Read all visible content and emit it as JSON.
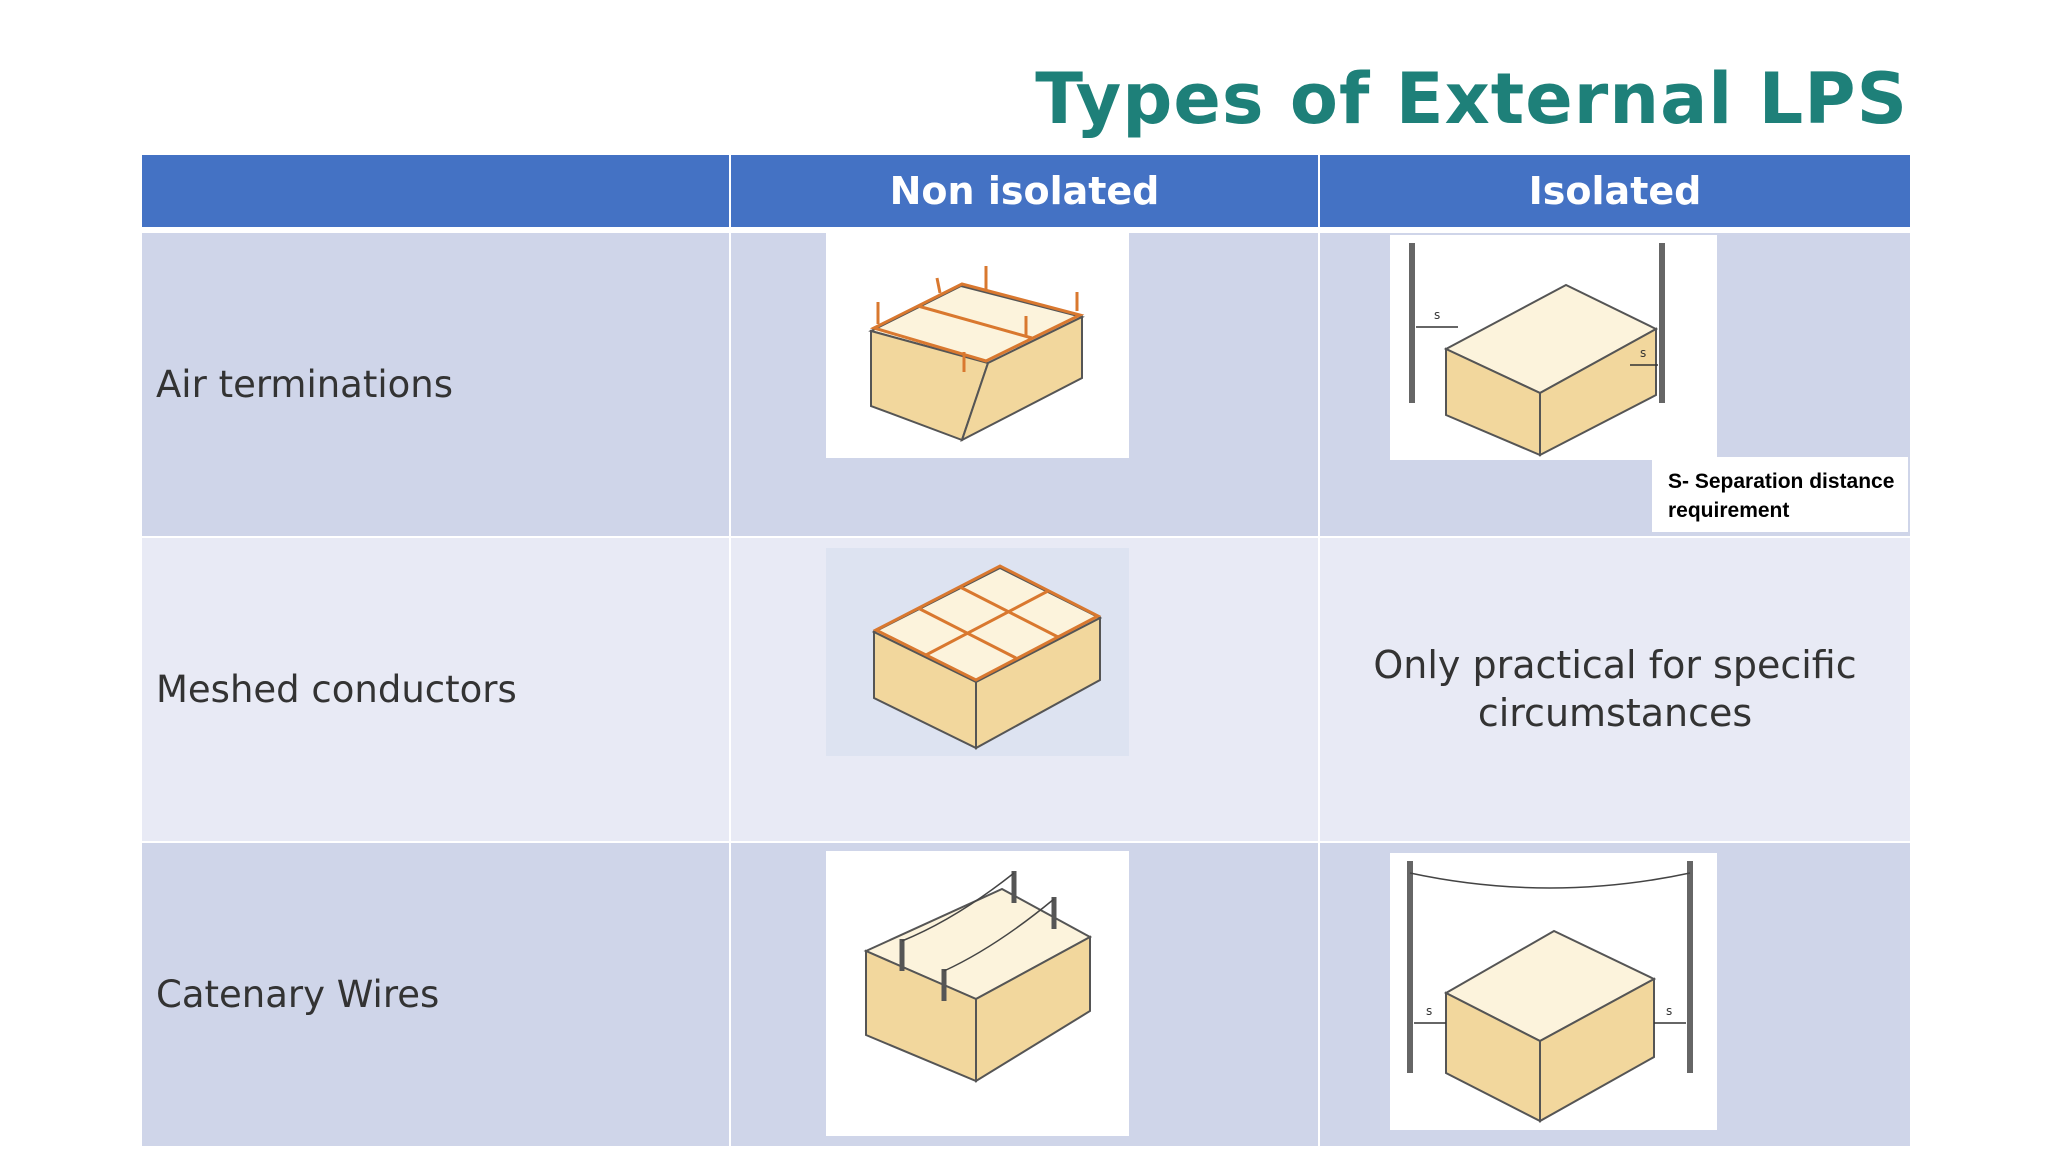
{
  "slide": {
    "title": "Types of External LPS"
  },
  "table": {
    "header": {
      "col0": "",
      "col1": "Non isolated",
      "col2": "Isolated"
    },
    "rows": [
      {
        "label": "Air terminations",
        "isolated_text": ""
      },
      {
        "label": "Meshed conductors",
        "isolated_text": "Only practical for specific circumstances"
      },
      {
        "label": "Catenary Wires",
        "isolated_text": ""
      }
    ]
  },
  "annotation": {
    "line1": "S- Separation distance",
    "line2": "requirement"
  },
  "diagram_labels": {
    "s": "s"
  },
  "colors": {
    "title": "#1e8079",
    "header_bg": "#4472c4",
    "row_dark": "#cfd5e9",
    "row_light": "#e8eaf5",
    "box_top": "#fcf3dc",
    "box_side": "#f2d79d",
    "conductor": "#d9782f"
  }
}
